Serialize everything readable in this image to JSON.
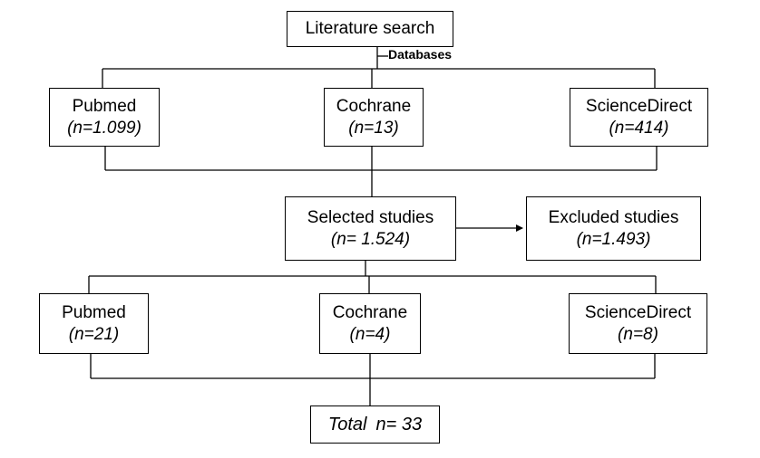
{
  "nodes": {
    "literature_search": {
      "label": "Literature search"
    },
    "databases_label": "Databases",
    "search_pubmed": {
      "label": "Pubmed",
      "count": "(n=1.099)"
    },
    "search_cochrane": {
      "label": "Cochrane",
      "count": "(n=13)"
    },
    "search_sciencedirect": {
      "label": "ScienceDirect",
      "count": "(n=414)"
    },
    "selected": {
      "label": "Selected studies",
      "count": "(n= 1.524)"
    },
    "excluded": {
      "label": "Excluded studies",
      "count": "(n=1.493)"
    },
    "final_pubmed": {
      "label": "Pubmed",
      "count": "(n=21)"
    },
    "final_cochrane": {
      "label": "Cochrane",
      "count": "(n=4)"
    },
    "final_sciencedirect": {
      "label": "ScienceDirect",
      "count": "(n=8)"
    },
    "total": {
      "word": "Total",
      "value": "n= 33"
    }
  }
}
